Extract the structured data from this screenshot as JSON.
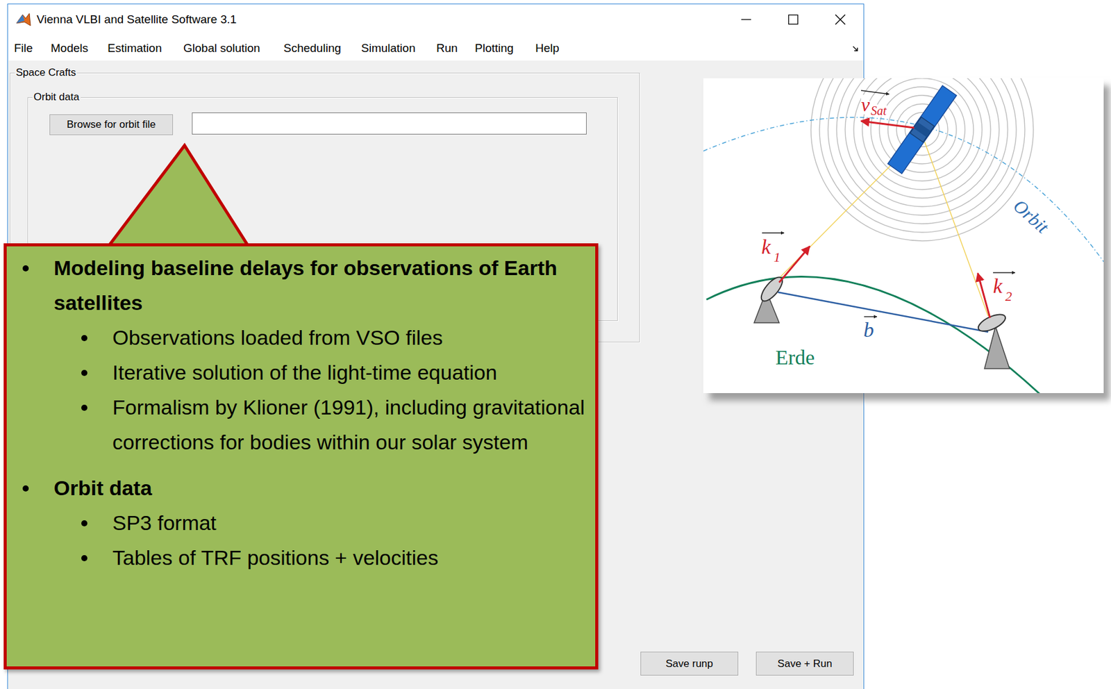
{
  "diagram": {
    "nodes": [
      {
        "text": [
          "Vienna VLBI and Satellite Software 3.1"
        ]
      },
      {
        "text": [
          "Space Crafts"
        ],
        "in": 0
      },
      {
        "text": [
          "Orbit data"
        ],
        "in": 1
      },
      {
        "text": [
          "Browse for orbit file"
        ],
        "in": 2
      },
      {
        "text": [
          "Save runp"
        ],
        "in": 0
      },
      {
        "text": [
          "Save + Run"
        ],
        "in": 0
      },
      {
        "text": [
          "Modeling baseline delays for observations of Earth satellites",
          "Observations loaded from VSO files",
          "Iterative solution of the light-time equation",
          "Formalism by Klioner (1991), including gravitational corrections for bodies within our solar system",
          "Orbit data",
          "SP3 format",
          "Tables of TRF positions + velocities"
        ]
      }
    ],
    "labels": [
      "File",
      "Models",
      "Estimation",
      "Global solution",
      "Scheduling",
      "Simulation",
      "Run",
      "Plotting",
      "Help",
      "v",
      "Sat",
      "Orbit",
      "k",
      "1",
      "k",
      "2",
      "b",
      "Erde"
    ]
  }
}
